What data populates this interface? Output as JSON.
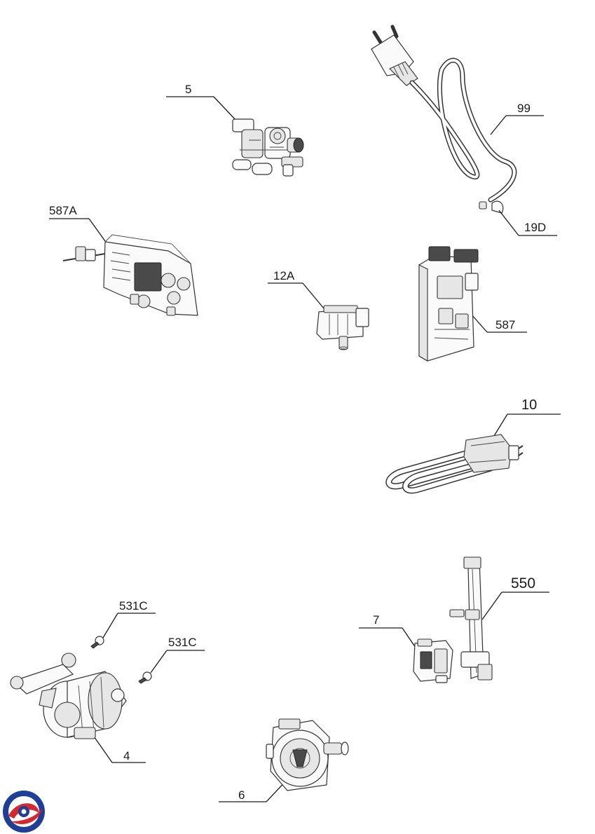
{
  "labels": {
    "p5": "5",
    "p99": "99",
    "p19d": "19D",
    "p587a": "587A",
    "p12a": "12A",
    "p587": "587",
    "p10": "10",
    "p531c_a": "531C",
    "p531c_b": "531C",
    "p550": "550",
    "p7": "7",
    "p4": "4",
    "p6": "6"
  },
  "logo": {
    "colors": {
      "blue": "#1d3f9a",
      "red": "#d8262b"
    }
  }
}
